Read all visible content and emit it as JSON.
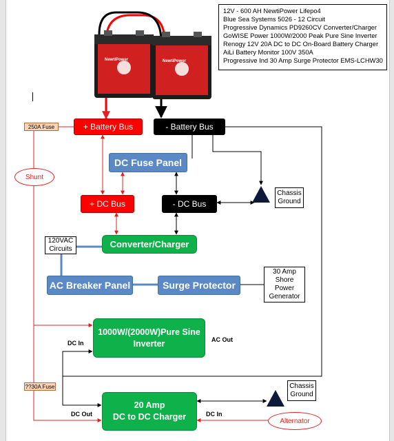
{
  "legend": {
    "lines": [
      "12V - 600 AH NewtiPower Lifepo4",
      "Blue Sea Systems 5026 - 12 Circuit",
      "Progressive Dynamics PD9260CV Converter/Charger",
      "GoWISE Power 1000W/2000 Peak Pure Sine Inverter",
      "Renogy 12V 20A DC to DC On-Board Battery Charger",
      "AiLi Battery Monitor 100V 350A",
      "Progressive Ind 30 Amp Surge Protector EMS-LCHW30"
    ]
  },
  "batteries": {
    "brand": "NewtiPower"
  },
  "nodes": {
    "pos_battery_bus": "+ Battery Bus",
    "neg_battery_bus": "- Battery Bus",
    "dc_fuse_panel": "DC Fuse Panel",
    "pos_dc_bus": "+ DC Bus",
    "neg_dc_bus": "- DC  Bus",
    "converter_charger": "Converter/Charger",
    "ac_breaker_panel": "AC Breaker Panel",
    "surge_protector": "Surge Protector",
    "inverter_line1": "1000W/(2000W)Pure Sine",
    "inverter_line2": "Inverter",
    "dc_charger_line1": "20 Amp",
    "dc_charger_line2": "DC to DC Charger",
    "circuits_120vac_line1": "120VAC",
    "circuits_120vac_line2": "Circuits",
    "shore_line1": "30 Amp",
    "shore_line2": "Shore",
    "shore_line3": "Power",
    "shore_line4": "Generator",
    "chassis1_line1": "Chassis",
    "chassis1_line2": "Ground",
    "chassis2_line1": "Chassis",
    "chassis2_line2": "Ground",
    "fuse_250a": "250A Fuse",
    "fuse_30a": "??30A Fuse",
    "shunt": "Shunt",
    "alternator": "Alternator"
  },
  "labels": {
    "dc_in_inverter": "DC In",
    "ac_out": "AC Out",
    "dc_out_charger": "DC Out",
    "dc_in_charger": "DC In"
  },
  "colors": {
    "positive": "#ff0000",
    "negative": "#000000",
    "ac": "#5b89c6",
    "device": "#0fb14a"
  }
}
